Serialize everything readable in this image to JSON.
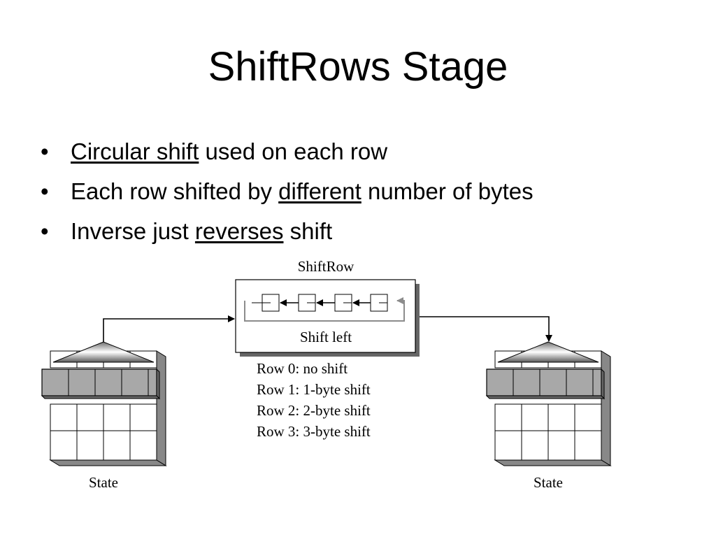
{
  "slide": {
    "title": "ShiftRows Stage",
    "bullets": [
      {
        "bullet": "•",
        "pre": "",
        "emph": "Circular shift",
        "post": " used on each row"
      },
      {
        "bullet": "•",
        "pre": "Each row shifted by ",
        "emph": "different",
        "post": " number of bytes"
      },
      {
        "bullet": "•",
        "pre": "Inverse just ",
        "emph": "reverses",
        "post": " shift"
      }
    ]
  },
  "diagram": {
    "box_title": "ShiftRow",
    "box_caption": "Shift left",
    "rows": [
      "Row 0: no shift",
      "Row 1: 1-byte shift",
      "Row 2: 2-byte shift",
      "Row 3: 3-byte shift"
    ],
    "left_label": "State",
    "right_label": "State",
    "colors": {
      "stroke": "#000000",
      "highlight_cell": "#a8a8a8",
      "side_face": "#888888",
      "shadow": "#777777",
      "feedback_arrow": "#8c8c8c"
    }
  }
}
